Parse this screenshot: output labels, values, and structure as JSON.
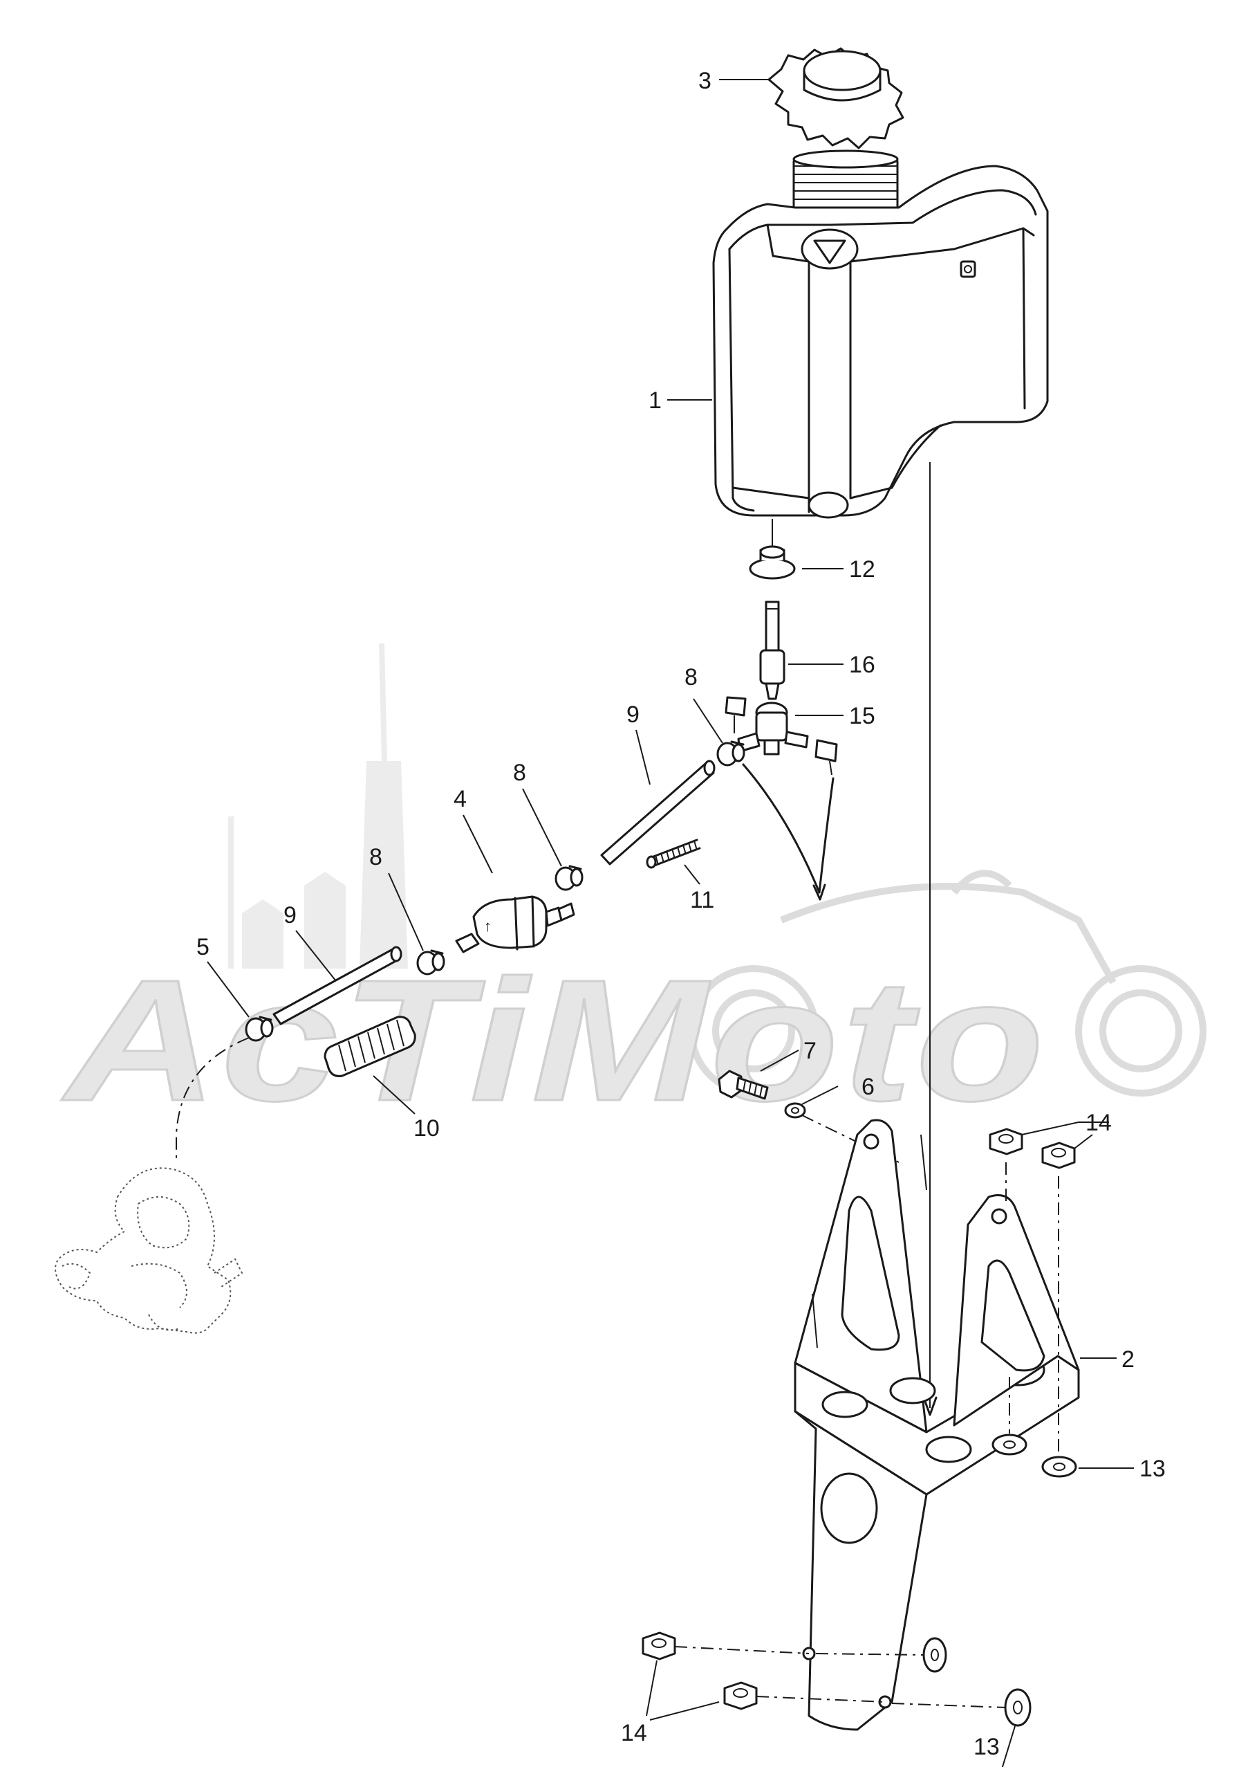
{
  "watermark": {
    "text": "AcTiMoto"
  },
  "callouts": {
    "tank": "1",
    "bracket": "2",
    "cap": "3",
    "fuel_filter": "4",
    "clamp_left": "5",
    "washer_bolt": "6",
    "bolt": "7",
    "clamp_8": "8",
    "hose_9": "9",
    "spring_10": "10",
    "spring_11": "11",
    "grommet": "12",
    "washer_13": "13",
    "nut_14": "14",
    "valve": "15",
    "connector": "16"
  }
}
